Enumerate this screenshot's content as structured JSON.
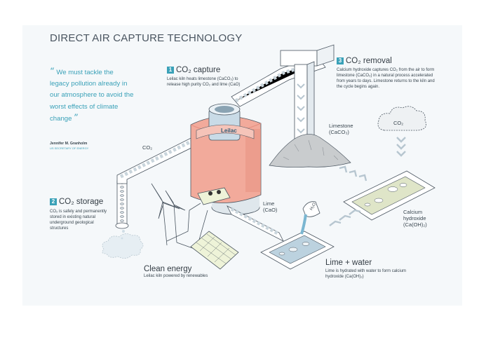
{
  "title": "DIRECT AIR CAPTURE TECHNOLOGY",
  "quote": {
    "open_mark": "“",
    "text": "We must tackle the legacy pollution already in our atmosphere to avoid the worst effects of climate change",
    "close_mark": "”",
    "author": "Jennifer M. Granholm",
    "role": "US SECRETARY OF ENERGY"
  },
  "steps": {
    "capture": {
      "number": "1",
      "title": "CO₂ capture",
      "desc": "Leilac kiln heats limestone (CaCO₃) to release high purity CO₂ and lime (CaO)"
    },
    "storage": {
      "number": "2",
      "title": "CO₂ storage",
      "desc": "CO₂ is safely and permanently stored in existing natural underground geological structures"
    },
    "removal": {
      "number": "3",
      "title": "CO₂ removal",
      "desc": "Calcium hydroxide captures CO₂ from the air to form limestone (CaCO₃) in a natural process accelerated from years to days. Limestone returns to the kiln and the cycle begins again."
    }
  },
  "labels": {
    "kiln": "Leilac",
    "co2_pipe": "CO₂",
    "co2_cloud": "CO₂",
    "limestone": "Limestone",
    "limestone_formula": "(CaCO₃)",
    "lime": "Lime",
    "lime_formula": "(CaO)",
    "water_drop": "H₂O",
    "calcium_hydroxide": "Calcium hydroxide",
    "calcium_hydroxide_formula": "(Ca(OH)₂)"
  },
  "clean_energy": {
    "title": "Clean energy",
    "desc": "Leilac kiln powered by renewables"
  },
  "lime_water": {
    "title": "Lime + water",
    "desc": "Lime is hydrated with water to form calcium hydroxide (Ca(OH)₂)"
  },
  "colors": {
    "accent": "#3aa1b8",
    "kiln": "#f2aa9b",
    "kiln_dark": "#e58f80",
    "panel": "#f5f8fa",
    "line": "#4a5560"
  }
}
